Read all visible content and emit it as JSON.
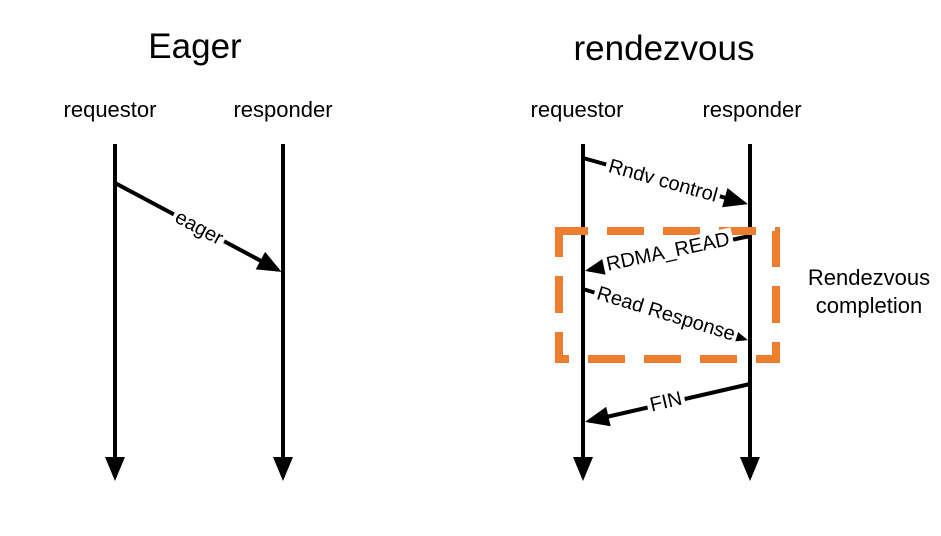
{
  "colors": {
    "ink": "#000000",
    "highlight_orange": "#ED7D31",
    "background": "#FFFFFF"
  },
  "diagrams": [
    {
      "title": "Eager",
      "participants": [
        {
          "name": "requestor"
        },
        {
          "name": "responder"
        }
      ],
      "messages": [
        {
          "label": "eager",
          "from": "requestor",
          "to": "responder"
        }
      ]
    },
    {
      "title": "rendezvous",
      "participants": [
        {
          "name": "requestor"
        },
        {
          "name": "responder"
        }
      ],
      "messages": [
        {
          "label": "Rndv control",
          "from": "requestor",
          "to": "responder"
        },
        {
          "label": "RDMA_READ",
          "from": "responder",
          "to": "requestor"
        },
        {
          "label": "Read Response",
          "from": "requestor",
          "to": "responder"
        },
        {
          "label": "FIN",
          "from": "responder",
          "to": "requestor"
        }
      ],
      "annotation": {
        "label": "Rendezvous completion",
        "box_style": "orange-dashed"
      }
    }
  ]
}
